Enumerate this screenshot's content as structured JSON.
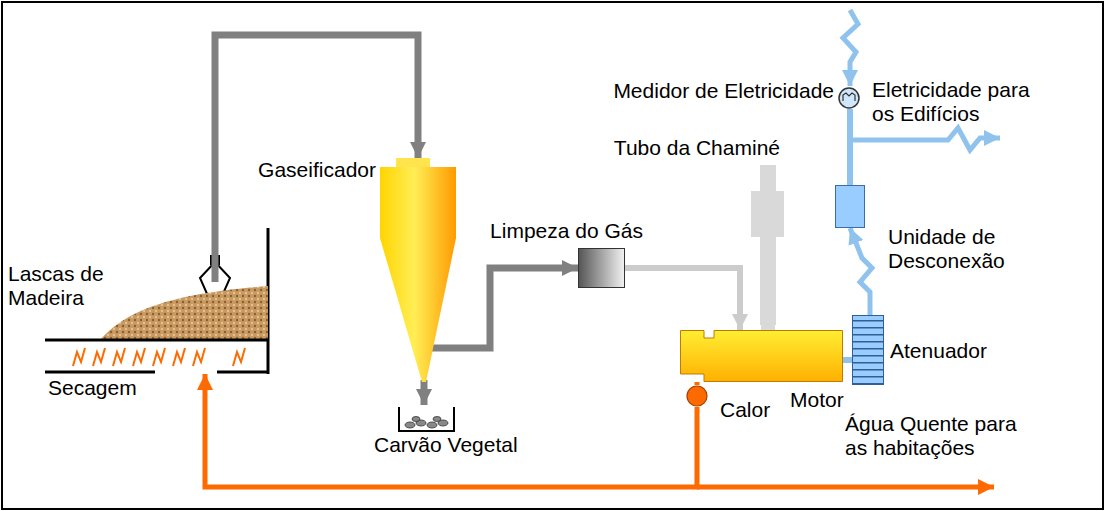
{
  "diagram": {
    "nodes": [
      {
        "text": [
          "Gaseificador"
        ]
      },
      {
        "text": [
          "Lascas de Madeira"
        ]
      },
      {
        "text": [
          "Secagem"
        ]
      },
      {
        "text": [
          "Carvão Vegetal"
        ]
      },
      {
        "text": [
          "Limpeza do Gás"
        ]
      },
      {
        "text": [
          "Tubo da Chaminé"
        ]
      },
      {
        "text": [
          "Motor"
        ]
      },
      {
        "text": [
          "Medidor de Eletricidade"
        ]
      },
      {
        "text": [
          "Unidade de Desconexão"
        ]
      },
      {
        "text": [
          "Atenuador"
        ]
      },
      {
        "text": [
          "Calor"
        ]
      }
    ],
    "edges": [
      {
        "from": 1,
        "to": 0,
        "arrow": "to"
      },
      {
        "from": 0,
        "to": 3,
        "arrow": "to"
      },
      {
        "from": 0,
        "to": 4,
        "arrow": "to"
      },
      {
        "from": 4,
        "to": 6,
        "arrow": "to"
      },
      {
        "from": 6,
        "to": 5,
        "arrow": "none"
      },
      {
        "from": 6,
        "to": 9,
        "arrow": "none"
      },
      {
        "from": 9,
        "to": 8,
        "arrow": "to"
      },
      {
        "from": 8,
        "to": 7,
        "arrow": "none"
      },
      {
        "from": 6,
        "to": 10,
        "arrow": "none"
      },
      {
        "from": 10,
        "to": 2,
        "arrow": "to"
      }
    ],
    "labels": [
      "Eletricidade para os Edifícios",
      "Água Quente para as habitações"
    ]
  }
}
